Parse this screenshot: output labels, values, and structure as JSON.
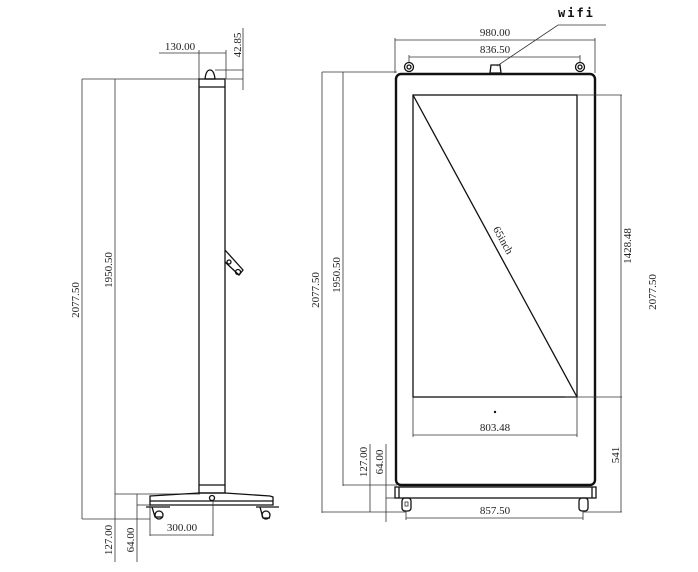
{
  "side_view": {
    "overall_height": "2077.50",
    "body_height": "1950.50",
    "depth_top": "130.00",
    "top_fixture_height": "42.85",
    "base_half_depth": "300.00",
    "base_height": "127.00",
    "wheel_height": "64.00"
  },
  "front_view": {
    "wifi_label": "wifi",
    "overall_width": "980.00",
    "hook_spacing": "836.50",
    "screen_diagonal": "65inch",
    "screen_width": "803.48",
    "wheel_spacing": "857.50",
    "overall_height_left": "2077.50",
    "body_height": "1950.50",
    "base_height": "127.00",
    "wheel_height": "64.00",
    "screen_height": "1428.48",
    "bottom_offset": "541",
    "overall_height_right": "2077.50"
  }
}
